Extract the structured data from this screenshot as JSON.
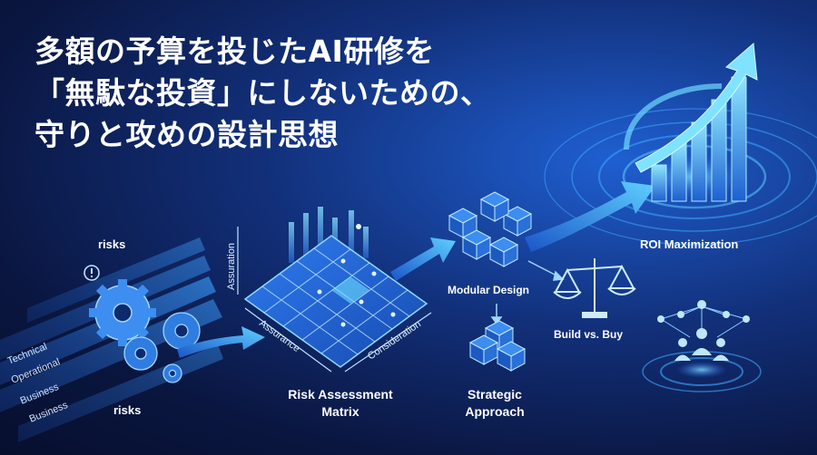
{
  "title": {
    "line1": "多額の予算を投じたAI研修を",
    "line2": "「無駄な投資」にしないための、",
    "line3": "守りと攻めの設計思想"
  },
  "diagram": {
    "risks_top": "risks",
    "risks_bottom": "risks",
    "stream_labels": [
      "Technical",
      "Operational",
      "Business",
      "Business"
    ],
    "matrix": {
      "label_line1": "Risk Assessment",
      "label_line2": "Matrix",
      "axis_assuration": "Assuration",
      "axis_assurance": "Assurance",
      "axis_consideration": "Consideration"
    },
    "modular_design": "Modular Design",
    "strategic_line1": "Strategic",
    "strategic_line2": "Approach",
    "build_vs_buy": "Build vs. Buy",
    "roi": "ROI Maximization"
  },
  "colors": {
    "accent_cyan": "#4fd3ff",
    "accent_blue": "#2e7dff",
    "background_dark": "#0a1640"
  }
}
